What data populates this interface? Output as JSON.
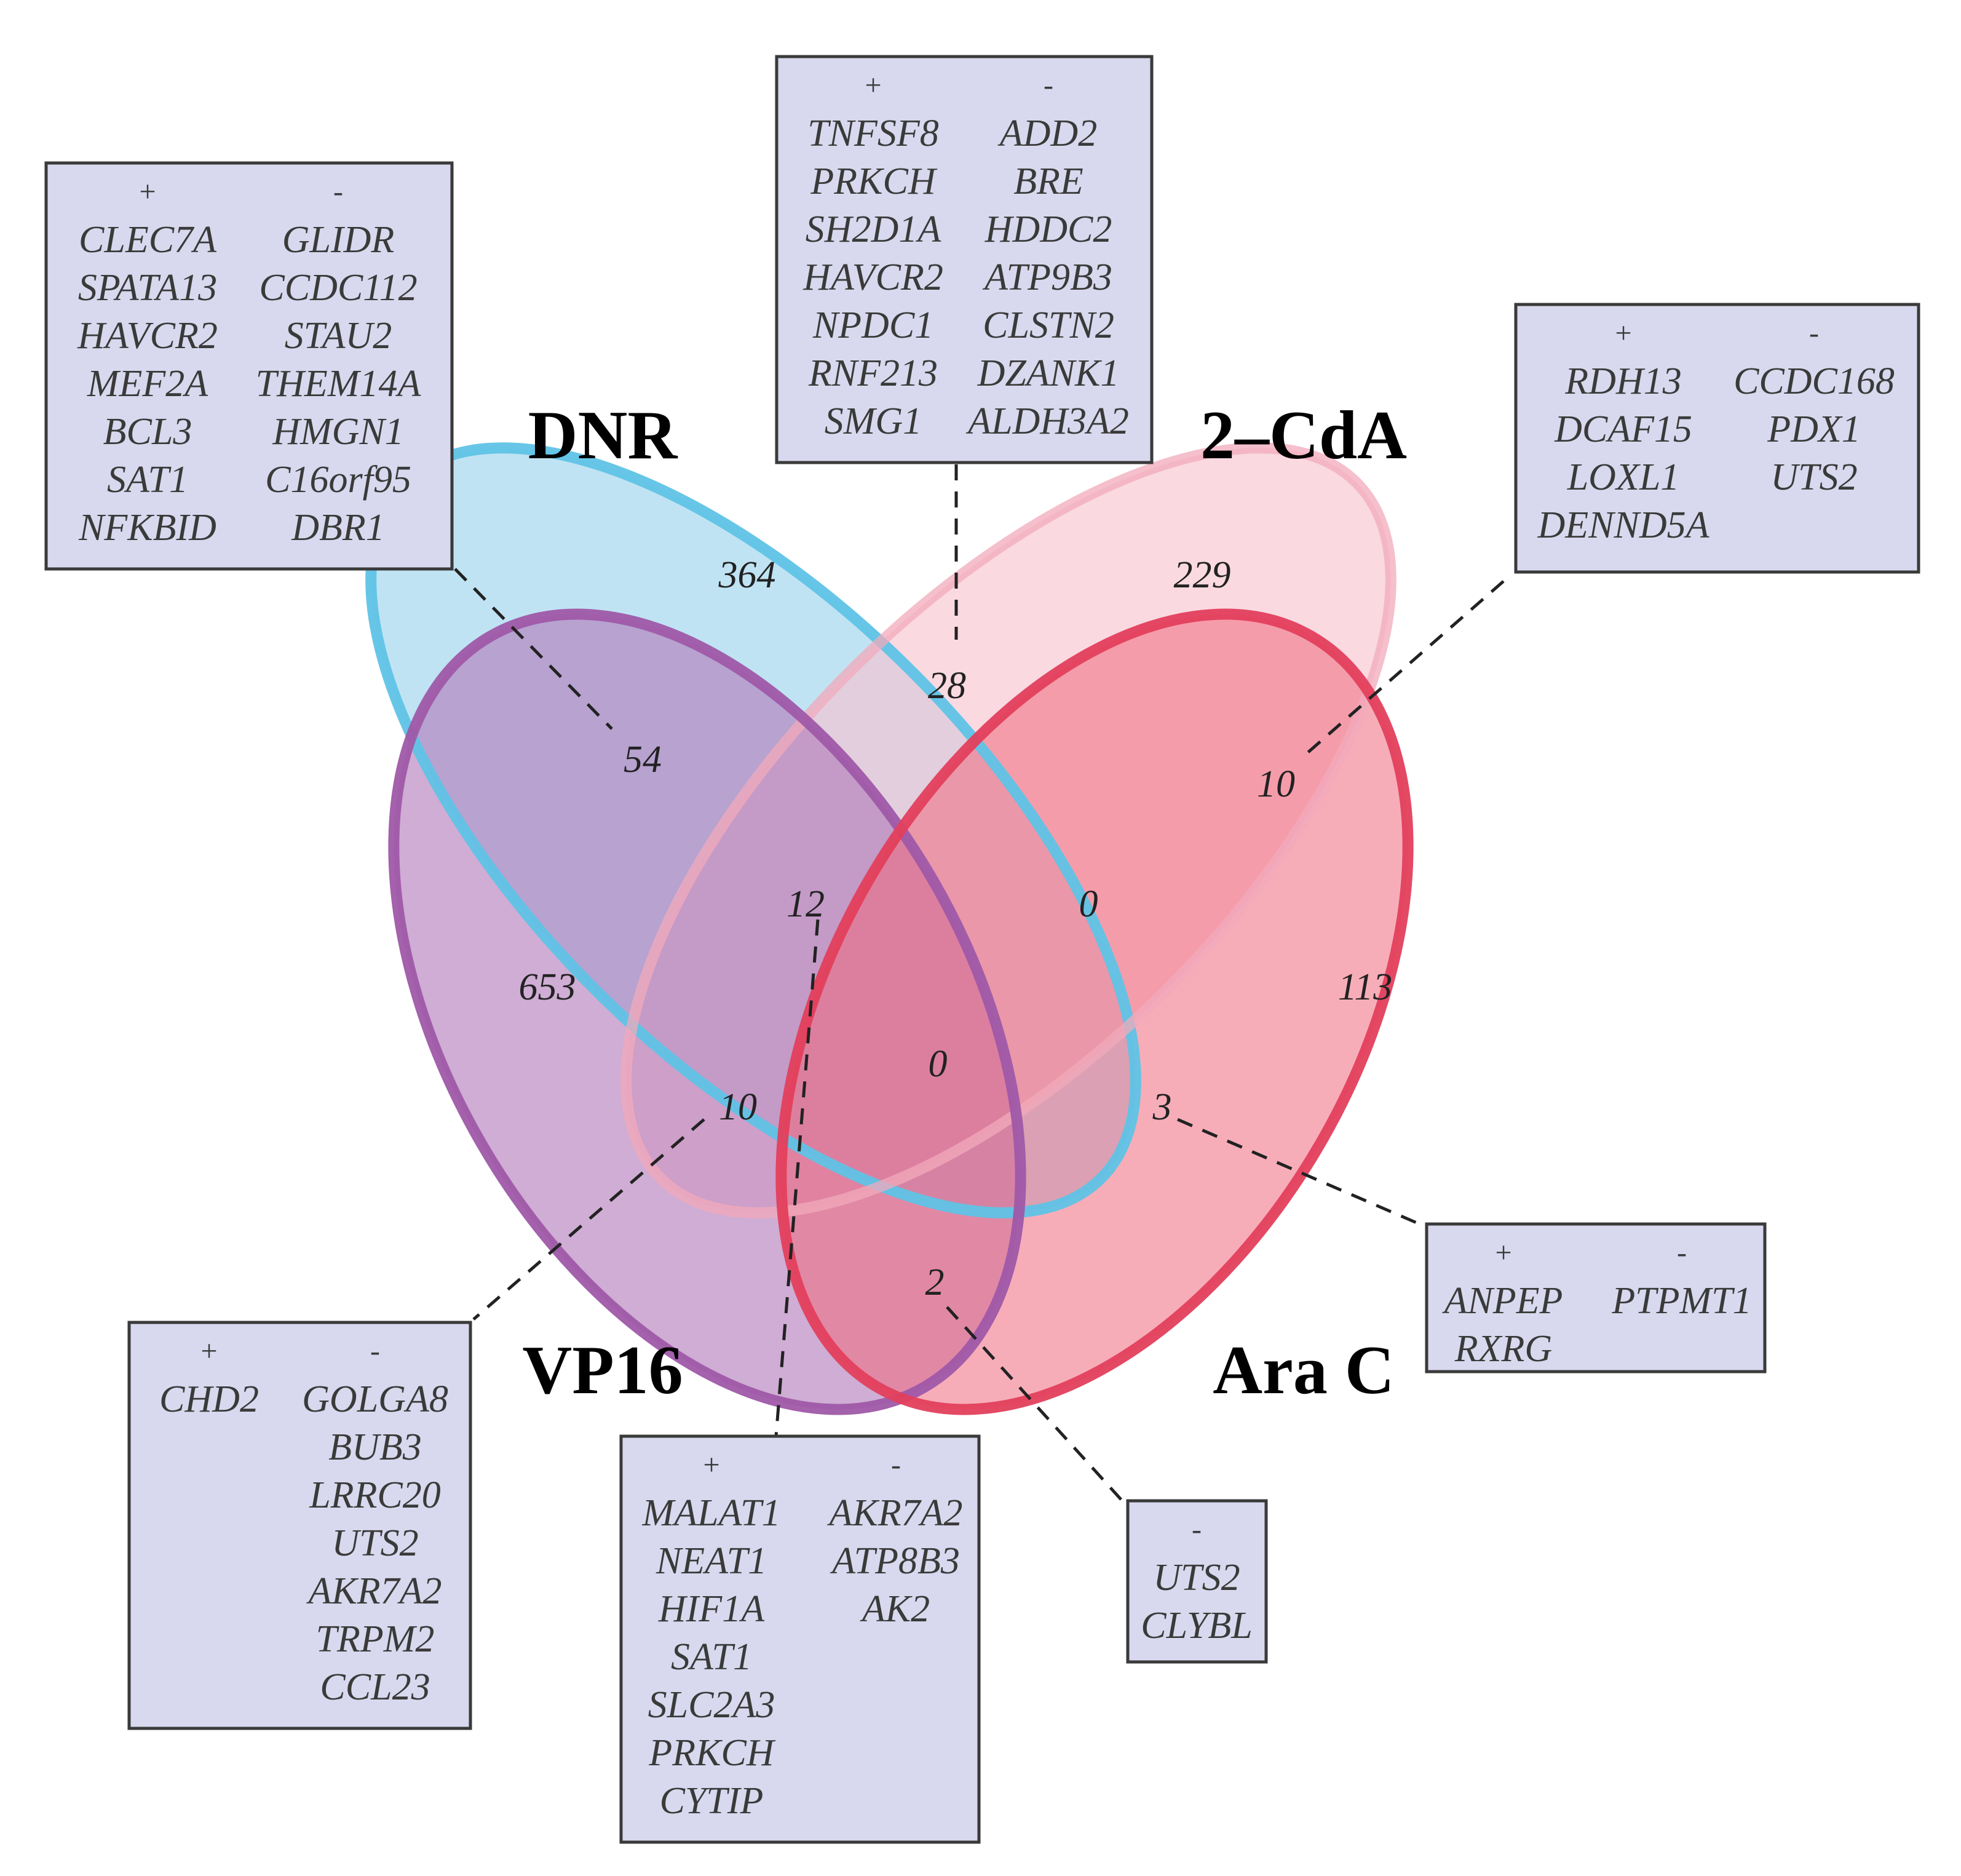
{
  "sets": {
    "dnr": {
      "label": "DNR",
      "fill": "#a7d8ef",
      "stroke": "#5fc3e6"
    },
    "cda": {
      "label": "2–CdA",
      "fill": "#f7c2cf",
      "stroke": "#f1a9bb"
    },
    "arac": {
      "label": "Ara C",
      "fill": "#f16a7d",
      "stroke": "#e33f5c"
    },
    "vp16": {
      "label": "VP16",
      "fill": "#b27ab9",
      "stroke": "#9f58a8"
    }
  },
  "counts": {
    "dnr_only": "364",
    "cda_only": "229",
    "dnr_cda": "28",
    "dnr_vp16": "54",
    "cda_arac": "10",
    "dnr_cda_vp16": "12",
    "dnr_cda_arac": "0",
    "vp16_only": "653",
    "arac_only": "113",
    "all_four": "0",
    "cda_vp16": "10",
    "dnr_arac": "3",
    "vp16_arac": "2"
  },
  "gene_boxes": {
    "dnr_vp16": {
      "plus_header": "+",
      "minus_header": "-",
      "plus": [
        "CLEC7A",
        "SPATA13",
        "HAVCR2",
        "MEF2A",
        "BCL3",
        "SAT1",
        "NFKBID"
      ],
      "minus": [
        "GLIDR",
        "CCDC112",
        "STAU2",
        "THEM14A",
        "HMGN1",
        "C16orf95",
        "DBR1"
      ]
    },
    "dnr_cda": {
      "plus_header": "+",
      "minus_header": "-",
      "plus": [
        "TNFSF8",
        "PRKCH",
        "SH2D1A",
        "HAVCR2",
        "NPDC1",
        "RNF213",
        "SMG1"
      ],
      "minus": [
        "ADD2",
        "BRE",
        "HDDC2",
        "ATP9B3",
        "CLSTN2",
        "DZANK1",
        "ALDH3A2"
      ]
    },
    "cda_arac": {
      "plus_header": "+",
      "minus_header": "-",
      "plus": [
        "RDH13",
        "DCAF15",
        "LOXL1",
        "DENND5A"
      ],
      "minus": [
        "CCDC168",
        "PDX1",
        "UTS2"
      ]
    },
    "dnr_arac": {
      "plus_header": "+",
      "minus_header": "-",
      "plus": [
        "ANPEP",
        "RXRG"
      ],
      "minus": [
        "PTPMT1"
      ]
    },
    "cda_vp16": {
      "plus_header": "+",
      "minus_header": "-",
      "plus": [
        "CHD2"
      ],
      "minus": [
        "GOLGA8",
        "BUB3",
        "LRRC20",
        "UTS2",
        "AKR7A2",
        "TRPM2",
        "CCL23"
      ]
    },
    "dnr_cda_vp16": {
      "plus_header": "+",
      "minus_header": "-",
      "plus": [
        "MALAT1",
        "NEAT1",
        "HIF1A",
        "SAT1",
        "SLC2A3",
        "PRKCH",
        "CYTIP"
      ],
      "minus": [
        "AKR7A2",
        "ATP8B3",
        "AK2"
      ]
    },
    "vp16_arac": {
      "minus_header": "-",
      "minus": [
        "UTS2",
        "CLYBL"
      ]
    }
  }
}
